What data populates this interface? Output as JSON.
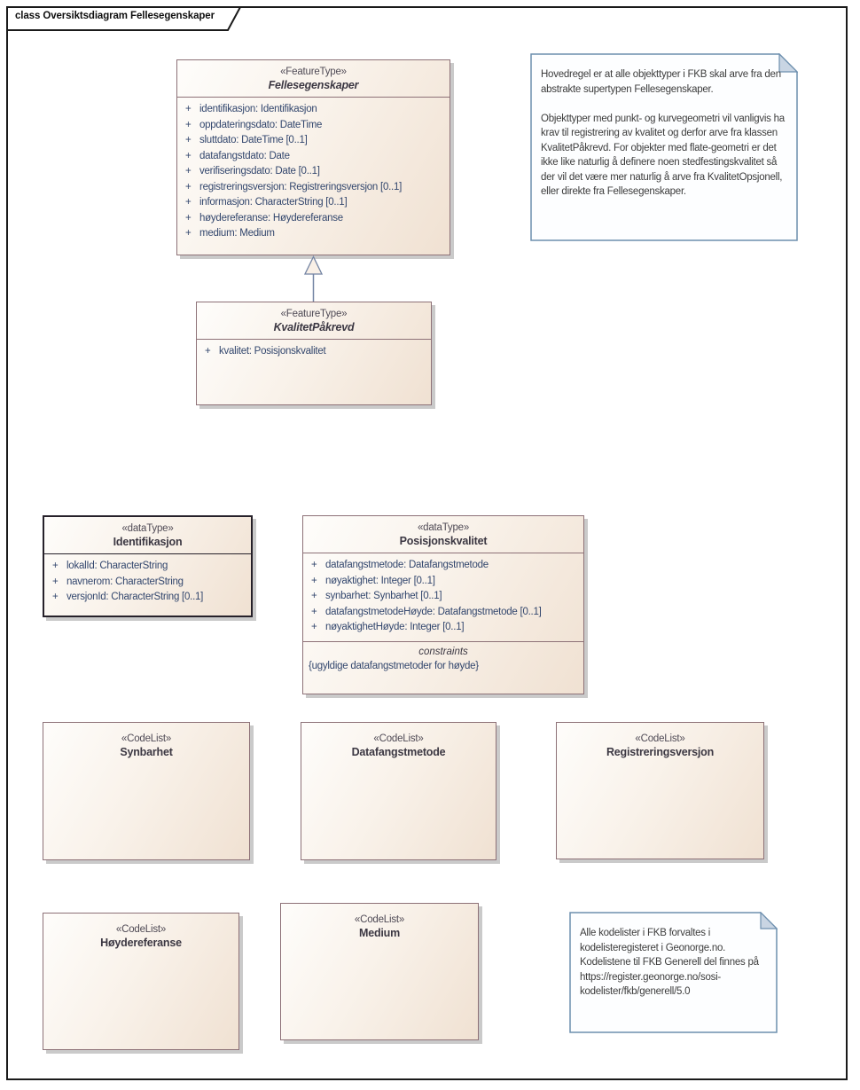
{
  "frame": {
    "tab_label": "class Oversiktsdiagram Fellesegenskaper"
  },
  "classes": {
    "fellesegenskaper": {
      "stereotype": "«FeatureType»",
      "name": "Fellesegenskaper",
      "attributes": [
        {
          "vis": "+",
          "text": "identifikasjon: Identifikasjon"
        },
        {
          "vis": "+",
          "text": "oppdateringsdato: DateTime"
        },
        {
          "vis": "+",
          "text": "sluttdato: DateTime [0..1]"
        },
        {
          "vis": "+",
          "text": "datafangstdato: Date"
        },
        {
          "vis": "+",
          "text": "verifiseringsdato: Date [0..1]"
        },
        {
          "vis": "+",
          "text": "registreringsversjon: Registreringsversjon [0..1]"
        },
        {
          "vis": "+",
          "text": "informasjon: CharacterString [0..1]"
        },
        {
          "vis": "+",
          "text": "høydereferanse: Høydereferanse"
        },
        {
          "vis": "+",
          "text": "medium: Medium"
        }
      ]
    },
    "kvalitetpakrevd": {
      "stereotype": "«FeatureType»",
      "name": "KvalitetPåkrevd",
      "attributes": [
        {
          "vis": "+",
          "text": "kvalitet: Posisjonskvalitet"
        }
      ]
    },
    "identifikasjon": {
      "stereotype": "«dataType»",
      "name": "Identifikasjon",
      "attributes": [
        {
          "vis": "+",
          "text": "lokalId: CharacterString"
        },
        {
          "vis": "+",
          "text": "navnerom: CharacterString"
        },
        {
          "vis": "+",
          "text": "versjonId: CharacterString [0..1]"
        }
      ]
    },
    "posisjonskvalitet": {
      "stereotype": "«dataType»",
      "name": "Posisjonskvalitet",
      "attributes": [
        {
          "vis": "+",
          "text": "datafangstmetode: Datafangstmetode"
        },
        {
          "vis": "+",
          "text": "nøyaktighet: Integer [0..1]"
        },
        {
          "vis": "+",
          "text": "synbarhet: Synbarhet [0..1]"
        },
        {
          "vis": "+",
          "text": "datafangstmetodeHøyde: Datafangstmetode [0..1]"
        },
        {
          "vis": "+",
          "text": "nøyaktighetHøyde: Integer [0..1]"
        }
      ],
      "constraints_label": "constraints",
      "constraints": [
        "{ugyldige datafangstmetoder for høyde}"
      ]
    }
  },
  "codelists": {
    "synbarhet": {
      "stereotype": "«CodeList»",
      "name": "Synbarhet"
    },
    "datafangstmetode": {
      "stereotype": "«CodeList»",
      "name": "Datafangstmetode"
    },
    "registreringsversjon": {
      "stereotype": "«CodeList»",
      "name": "Registreringsversjon"
    },
    "hoydereferanse": {
      "stereotype": "«CodeList»",
      "name": "Høydereferanse"
    },
    "medium": {
      "stereotype": "«CodeList»",
      "name": "Medium"
    }
  },
  "notes": {
    "inheritance": {
      "text": "Hovedregel er at alle objekttyper i FKB skal arve fra den abstrakte supertypen Fellesegenskaper.\n\nObjekttyper med punkt- og kurvegeometri vil vanligvis ha krav til registrering av kvalitet og derfor arve fra klassen KvalitetPåkrevd. For objekter med flate-geometri er det ikke like naturlig å definere noen stedfestingskvalitet så der vil det være mer naturlig å arve fra KvalitetOpsjonell, eller direkte fra Fellesegenskaper."
    },
    "codelists": {
      "text": "Alle kodelister i FKB forvaltes i\nkodelisteregisteret i Geonorge.no.\nKodelistene til FKB Generell del finnes på\nhttps://register.geonorge.no/sosi-\nkodelister/fkb/generell/5.0"
    }
  },
  "relationships": [
    {
      "type": "generalization",
      "from": "KvalitetPåkrevd",
      "to": "Fellesegenskaper"
    }
  ],
  "colors": {
    "frame_border": "#1a1a1a",
    "box_border": "#8d7177",
    "box_fill_top": "#fefdfb",
    "box_fill_bottom": "#f0e1d2",
    "attribute_text": "#32466d",
    "header_text": "#3b3742",
    "note_border": "#6d8fae",
    "note_fold": "#c9d5e3",
    "connector": "#7384a3"
  }
}
